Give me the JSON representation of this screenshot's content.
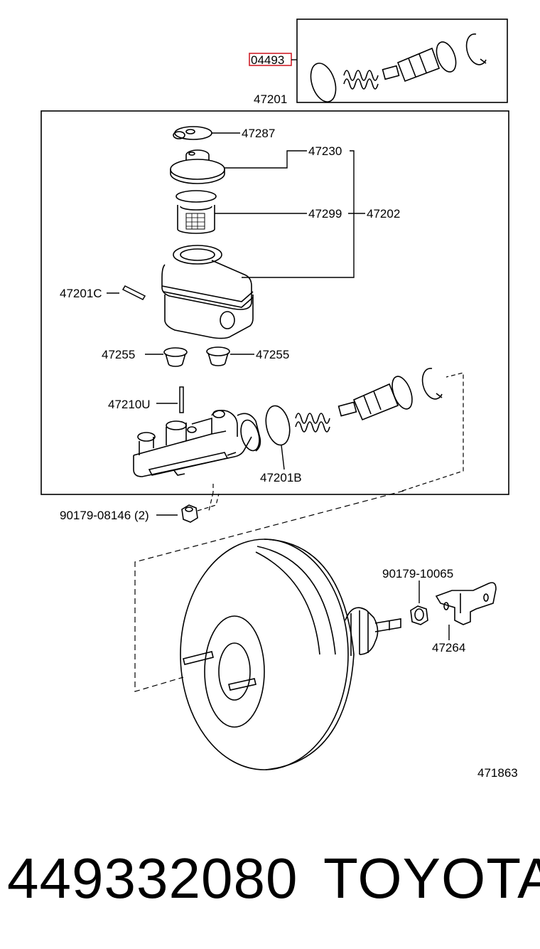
{
  "labels": {
    "kit": "04493",
    "master_cylinder_assy": "47201",
    "reservoir_cap_gasket": "47287",
    "reservoir_cap": "47230",
    "reservoir_filter": "47299",
    "reservoir_sub_assy": "47202",
    "reservoir_pin": "47201C",
    "grommet_left": "47255",
    "grommet_right": "47255",
    "pin_u": "47210U",
    "o_ring": "47201B",
    "nut_front": "90179-08146 (2)",
    "nut_rear": "90179-10065",
    "clevis": "47264",
    "figure_id": "471863"
  },
  "footer": {
    "part_number": "449332080",
    "brand": "TOYOTA"
  },
  "colors": {
    "ink": "#000000",
    "highlight": "#d0202a"
  }
}
